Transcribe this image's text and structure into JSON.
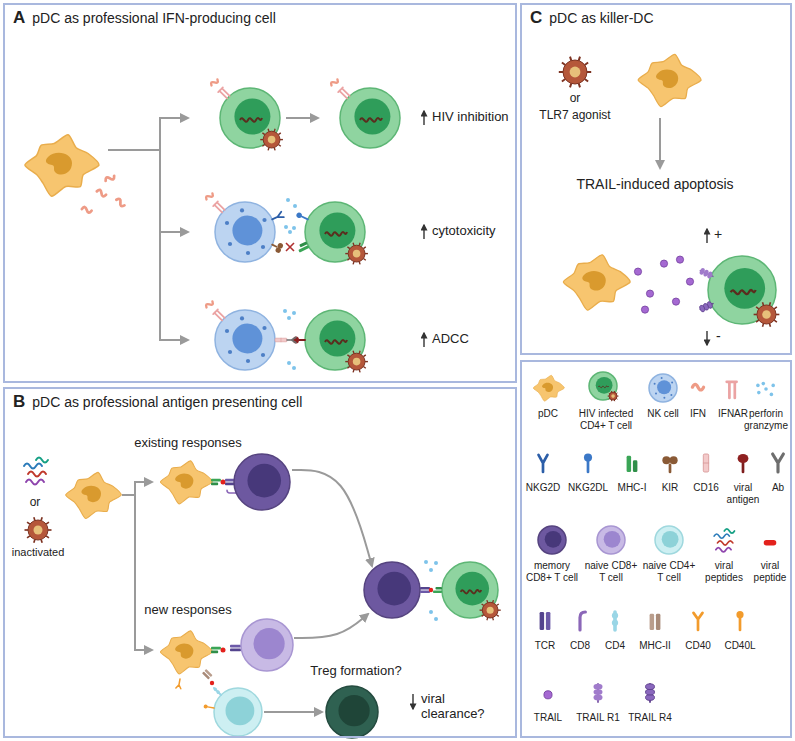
{
  "diagram": {
    "nodes": [
      {
        "text": [
          "A",
          "pDC as professional IFN-producing cell"
        ]
      },
      {
        "text": [
          "B",
          "pDC as professional antigen presenting cell"
        ]
      },
      {
        "text": [
          "C",
          "pDC as killer-DC"
        ]
      }
    ],
    "labels": [
      "HIV inhibition",
      "cytotoxicity",
      "ADCC",
      "or",
      "inactivated",
      "existing responses",
      "new responses",
      "Treg formation?",
      "viral clearance?",
      "or",
      "TLR7 agonist",
      "TRAIL-induced apoptosis",
      "+",
      "-"
    ],
    "legend": [
      {
        "text": "pDC"
      },
      {
        "text": "HIV infected CD4+ T cell"
      },
      {
        "text": "NK cell"
      },
      {
        "text": "IFN"
      },
      {
        "text": "IFNAR"
      },
      {
        "text": "perforin granzyme"
      },
      {
        "text": "NKG2D"
      },
      {
        "text": "NKG2DL"
      },
      {
        "text": "MHC-I"
      },
      {
        "text": "KIR"
      },
      {
        "text": "CD16"
      },
      {
        "text": "viral antigen"
      },
      {
        "text": "Ab"
      },
      {
        "text": "memory CD8+ T cell"
      },
      {
        "text": "naive CD8+ T cell"
      },
      {
        "text": "naive CD4+ T cell"
      },
      {
        "text": "viral peptides"
      },
      {
        "text": "viral peptide"
      },
      {
        "text": "TCR"
      },
      {
        "text": "CD8"
      },
      {
        "text": "CD4"
      },
      {
        "text": "MHC-II"
      },
      {
        "text": "CD40"
      },
      {
        "text": "CD40L"
      },
      {
        "text": "TRAIL"
      },
      {
        "text": "TRAIL R1"
      },
      {
        "text": "TRAIL R4"
      }
    ]
  }
}
